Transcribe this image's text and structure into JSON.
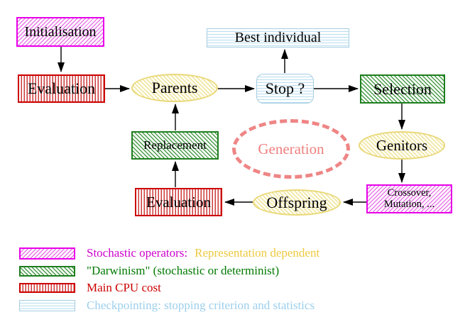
{
  "nodes": {
    "initialisation": {
      "label": "Initialisation"
    },
    "evaluation_top": {
      "label": "Evaluation"
    },
    "parents": {
      "label": "Parents"
    },
    "best_individual": {
      "label": "Best individual"
    },
    "stop": {
      "label": "Stop ?"
    },
    "selection": {
      "label": "Selection"
    },
    "genitors": {
      "label": "Genitors"
    },
    "crossover_mutation": {
      "line1": "Crossover,",
      "line2": "Mutation, ..."
    },
    "offspring": {
      "label": "Offspring"
    },
    "evaluation_bottom": {
      "label": "Evaluation"
    },
    "replacement": {
      "label": "Replacement"
    },
    "generation": {
      "label": "Generation"
    }
  },
  "legend": {
    "stochastic": {
      "label": "Stochastic operators:",
      "suffix": "Representation dependent"
    },
    "darwinism": {
      "label": "\"Darwinism\" (stochastic or determinist)"
    },
    "cpu": {
      "label": "Main CPU cost"
    },
    "checkpointing": {
      "label": "Checkpointing: stopping criterion and statistics"
    }
  },
  "colors": {
    "magenta_border": "#e800e8",
    "green_border": "#1e7e1e",
    "red_border": "#cc0000",
    "cyan_border": "#a5cde1",
    "yellow_border": "#e9d878",
    "salmon": "#ef8585",
    "legend_magenta": "#cc00cc",
    "legend_gold": "#edc93e",
    "legend_green": "#007a00",
    "legend_red": "#cc0000",
    "legend_blue": "#9ccfec",
    "arrow": "#000000"
  }
}
